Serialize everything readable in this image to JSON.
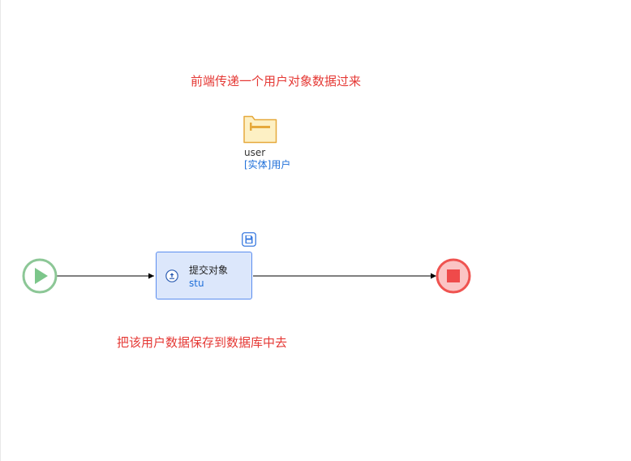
{
  "notes": {
    "top": "前端传递一个用户对象数据过来",
    "bottom": "把该用户数据保存到数据库中去"
  },
  "variable": {
    "name": "user",
    "type": "[实体]用户"
  },
  "task": {
    "title": "提交对象",
    "variable": "stu"
  },
  "icons": {
    "start": "play-icon",
    "end": "stop-icon",
    "variable": "folder-icon",
    "task": "upload-icon",
    "save": "save-icon"
  },
  "colors": {
    "note": "#e53935",
    "start_stroke": "#8cc796",
    "start_fill": "#7cc68a",
    "end_stroke": "#ef5350",
    "end_fill": "#fbc4c4",
    "task_fill": "#dce7fb",
    "task_stroke": "#5b8def",
    "folder_fill": "#fdf0c4",
    "folder_stroke": "#e6a93c",
    "link": "#1e6fd9"
  }
}
